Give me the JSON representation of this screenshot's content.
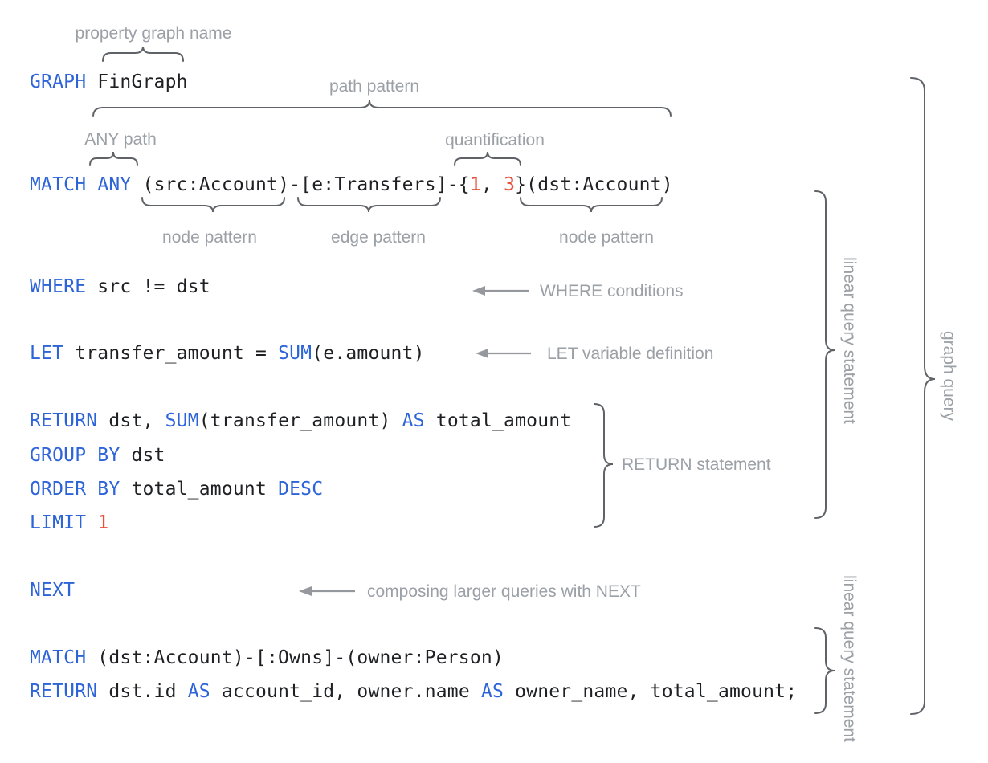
{
  "colors": {
    "keyword": "#2d64d8",
    "literal": "#e8503c",
    "code": "#1f2023",
    "annotation": "#9aa0a6",
    "arrow": "#95999e",
    "brace": "#5f6368"
  },
  "annotations": {
    "property_graph_name": "property graph name",
    "path_pattern": "path pattern",
    "any_path": "ANY path",
    "quantification": "quantification",
    "node_pattern_left": "node pattern",
    "edge_pattern": "edge pattern",
    "node_pattern_right": "node pattern",
    "where_conditions": "WHERE conditions",
    "let_definition": "LET variable definition",
    "return_statement": "RETURN statement",
    "next_composition": "composing larger queries with NEXT",
    "linear_query_statement_top": "linear query statement",
    "linear_query_statement_bottom": "linear query statement",
    "graph_query": "graph query"
  },
  "code": {
    "graph_line": {
      "tokens": [
        [
          "kw",
          "GRAPH"
        ],
        [
          "plain",
          " FinGraph"
        ]
      ]
    },
    "match_line": {
      "tokens": [
        [
          "kw",
          "MATCH"
        ],
        [
          "plain",
          " "
        ],
        [
          "kw",
          "ANY"
        ],
        [
          "plain",
          " (src:Account)-[e:Transfers]-{"
        ],
        [
          "lit",
          "1"
        ],
        [
          "plain",
          ", "
        ],
        [
          "lit",
          "3"
        ],
        [
          "plain",
          "}(dst:Account)"
        ]
      ]
    },
    "where_line": {
      "tokens": [
        [
          "kw",
          "WHERE"
        ],
        [
          "plain",
          " src != dst"
        ]
      ]
    },
    "let_line": {
      "tokens": [
        [
          "kw",
          "LET"
        ],
        [
          "plain",
          " transfer_amount = "
        ],
        [
          "kw",
          "SUM"
        ],
        [
          "plain",
          "(e.amount)"
        ]
      ]
    },
    "return_line": {
      "tokens": [
        [
          "kw",
          "RETURN"
        ],
        [
          "plain",
          " dst, "
        ],
        [
          "kw",
          "SUM"
        ],
        [
          "plain",
          "(transfer_amount) "
        ],
        [
          "kw",
          "AS"
        ],
        [
          "plain",
          " total_amount"
        ]
      ]
    },
    "group_line": {
      "tokens": [
        [
          "kw",
          "GROUP BY"
        ],
        [
          "plain",
          " dst"
        ]
      ]
    },
    "order_line": {
      "tokens": [
        [
          "kw",
          "ORDER BY"
        ],
        [
          "plain",
          " total_amount "
        ],
        [
          "kw",
          "DESC"
        ]
      ]
    },
    "limit_line": {
      "tokens": [
        [
          "kw",
          "LIMIT"
        ],
        [
          "plain",
          " "
        ],
        [
          "lit",
          "1"
        ]
      ]
    },
    "next_line": {
      "tokens": [
        [
          "kw",
          "NEXT"
        ]
      ]
    },
    "match2_line": {
      "tokens": [
        [
          "kw",
          "MATCH"
        ],
        [
          "plain",
          " (dst:Account)-[:Owns]-(owner:Person)"
        ]
      ]
    },
    "return2_line": {
      "tokens": [
        [
          "kw",
          "RETURN"
        ],
        [
          "plain",
          " dst.id "
        ],
        [
          "kw",
          "AS"
        ],
        [
          "plain",
          " account_id, owner.name "
        ],
        [
          "kw",
          "AS"
        ],
        [
          "plain",
          " owner_name, total_amount;"
        ]
      ]
    }
  }
}
